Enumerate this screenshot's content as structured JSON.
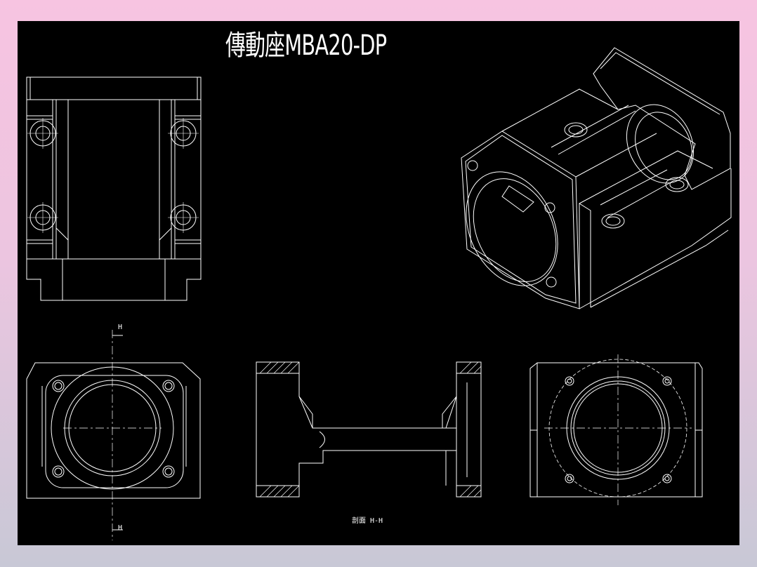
{
  "drawing": {
    "title": "傳動座MBA20-DP",
    "section_marker_top": "H",
    "section_marker_bottom": "H",
    "section_label": "剖面  H-H",
    "colors": {
      "background": "#000000",
      "lines": "#ffffff",
      "frame_top": "#f7c4e1",
      "frame_bottom": "#c8c8d6"
    }
  }
}
